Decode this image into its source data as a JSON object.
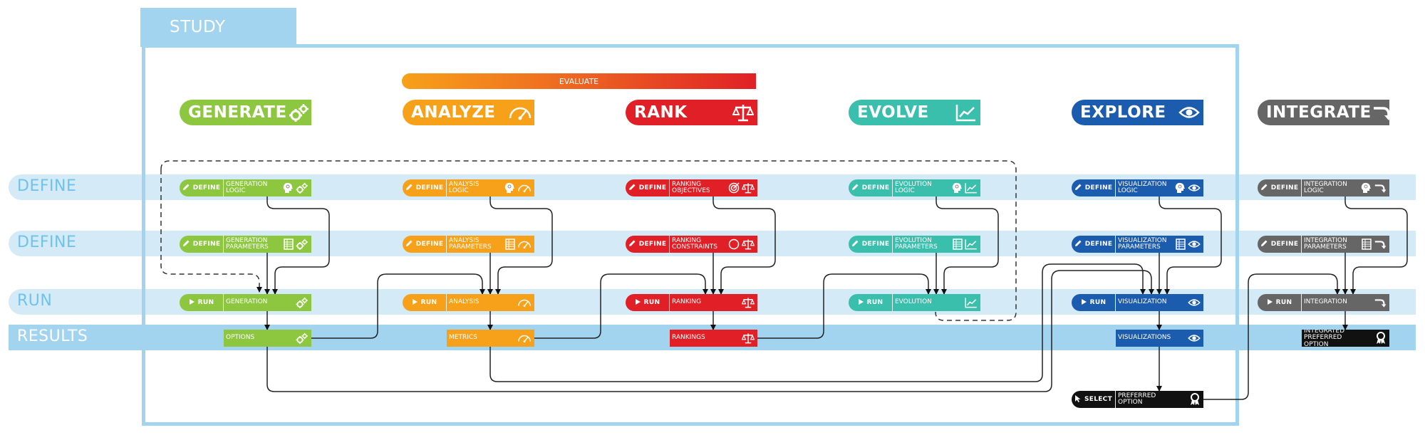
{
  "study": {
    "label": "STUDY"
  },
  "evaluate": {
    "label": "EVALUATE"
  },
  "phases": [
    {
      "label": "GENERATE",
      "icon": "gears-icon",
      "color": "#8dc63f"
    },
    {
      "label": "ANALYZE",
      "icon": "gauge-icon",
      "color": "#f7a11a"
    },
    {
      "label": "RANK",
      "icon": "scale-icon",
      "color": "#e02026"
    },
    {
      "label": "EVOLVE",
      "icon": "trend-chart-icon",
      "color": "#3bbfad"
    },
    {
      "label": "EXPLORE",
      "icon": "eye-icon",
      "color": "#1b5cae"
    },
    {
      "label": "INTEGRATE",
      "icon": "curved-arrow-icon",
      "color": "#666666"
    }
  ],
  "rows": [
    {
      "label": "DEFINE"
    },
    {
      "label": "DEFINE"
    },
    {
      "label": "RUN"
    },
    {
      "label": "RESULTS"
    }
  ],
  "tags": {
    "define": "DEFINE",
    "run": "RUN",
    "select": "SELECT"
  },
  "columns": [
    {
      "logic": {
        "l1": "GENERATION",
        "l2": "LOGIC"
      },
      "params": {
        "l1": "GENERATION",
        "l2": "PARAMETERS"
      },
      "run": "GENERATION",
      "result": "OPTIONS"
    },
    {
      "logic": {
        "l1": "ANALYSIS",
        "l2": "LOGIC"
      },
      "params": {
        "l1": "ANALYSIS",
        "l2": "PARAMETERS"
      },
      "run": "ANALYSIS",
      "result": "METRICS"
    },
    {
      "logic": {
        "l1": "RANKING",
        "l2": "OBJECTIVES"
      },
      "params": {
        "l1": "RANKING",
        "l2": "CONSTRAINTS"
      },
      "run": "RANKING",
      "result": "RANKINGS"
    },
    {
      "logic": {
        "l1": "EVOLUTION",
        "l2": "LOGIC"
      },
      "params": {
        "l1": "EVOLUTION",
        "l2": "PARAMETERS"
      },
      "run": "EVOLUTION",
      "result": ""
    },
    {
      "logic": {
        "l1": "VISUALIZATION",
        "l2": "LOGIC"
      },
      "params": {
        "l1": "VISUALIZATION",
        "l2": "PARAMETERS"
      },
      "run": "VISUALIZATION",
      "result": "VISUALIZATIONS"
    },
    {
      "logic": {
        "l1": "INTEGRATION",
        "l2": "LOGIC"
      },
      "params": {
        "l1": "INTEGRATION",
        "l2": "PARAMETERS"
      },
      "run": "INTEGRATION",
      "result": "",
      "result_l1": "INTEGRATED",
      "result_l2": "PREFERRED OPTION"
    }
  ],
  "select": {
    "l1": "PREFERRED",
    "l2": "OPTION",
    "icon": "award-ribbon-icon"
  },
  "colors": {
    "band": "#d4ebf7",
    "results_band": "#a2d3ef",
    "study_frame": "#a2d3ef",
    "row_label": "#6fc3ea",
    "result_black": "#111111"
  }
}
